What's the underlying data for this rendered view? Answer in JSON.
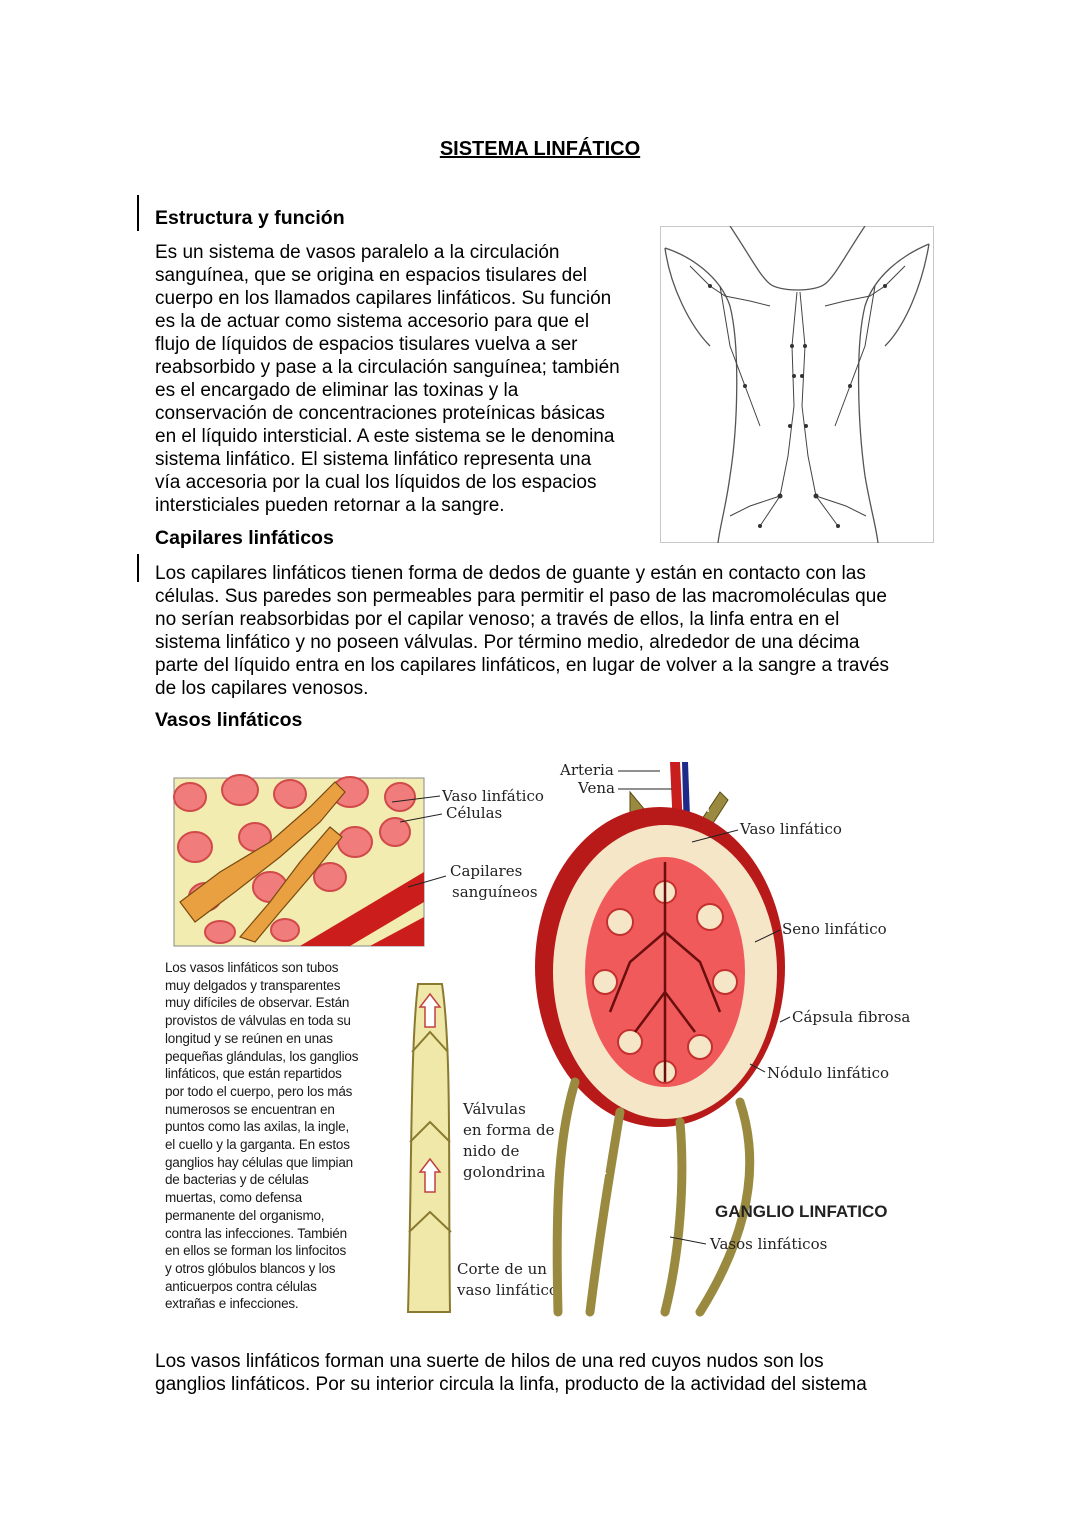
{
  "title": "SISTEMA LINFÁTICO",
  "section1": {
    "heading": "Estructura y función",
    "lines": [
      "Es un sistema de vasos paralelo a la circulación",
      "sanguínea, que se origina en espacios tisulares del",
      "cuerpo en los llamados capilares linfáticos. Su función",
      "es la de actuar como sistema accesorio para que el",
      "flujo de líquidos de espacios tisulares vuelva a ser",
      "reabsorbido y pase a la circulación sanguínea; también",
      "es el encargado de eliminar las toxinas y la",
      "conservación de concentraciones proteínicas básicas",
      "en el líquido intersticial. A este sistema se le denomina",
      "sistema linfático. El sistema linfático representa una",
      "vía accesoria por la cual los líquidos de los espacios",
      "intersticiales pueden retornar a la sangre."
    ]
  },
  "section2": {
    "heading": "Capilares linfáticos",
    "lines": [
      "Los capilares linfáticos tienen forma de dedos de guante y están en contacto con las",
      "células. Sus paredes son permeables para permitir el paso de las macromoléculas que",
      "no serían reabsorbidas por el capilar venoso; a través de ellos, la linfa entra en el",
      "sistema linfático y no poseen válvulas. Por término medio, alrededor de una décima",
      "parte del líquido entra en los capilares linfáticos, en lugar de volver a la sangre a través",
      "de los capilares venosos."
    ]
  },
  "section3": {
    "heading": "Vasos linfáticos",
    "lines": [
      "Los vasos linfáticos forman una suerte de hilos de una red cuyos nudos son los",
      "ganglios linfáticos. Por su interior circula la linfa, producto de la actividad del sistema"
    ]
  },
  "figure": {
    "labels": {
      "arteria": "Arteria",
      "vena": "Vena",
      "vaso_linfatico_1": "Vaso linfático",
      "celulas": "Células",
      "capilares": "Capilares",
      "sanguineos": "sanguíneos",
      "vaso_linfatico_2": "Vaso linfático",
      "seno": "Seno linfático",
      "capsula": "Cápsula fibrosa",
      "nodulo": "Nódulo linfático",
      "valvulas_1": "Válvulas",
      "valvulas_2": "en forma de",
      "valvulas_3": "nido de",
      "valvulas_4": "golondrina",
      "corte_1": "Corte de un",
      "corte_2": "vaso linfático",
      "ganglio": "GANGLIO LINFATICO",
      "vasos": "Vasos linfáticos"
    },
    "caption_lines": [
      "Los vasos linfáticos son tubos",
      "muy delgados y transparentes",
      "muy difíciles de observar. Están",
      "provistos de válvulas en toda su",
      "longitud y se reúnen en unas",
      "pequeñas glándulas, los ganglios",
      "linfáticos, que están repartidos",
      "por todo el cuerpo, pero los más",
      "numerosos se encuentran en",
      "puntos como las axilas, la ingle,",
      "el cuello y la garganta. En estos",
      "ganglios hay células que limpian",
      "de bacterias y de células",
      "muertas, como defensa",
      "permanente del organismo,",
      "contra las infecciones. También",
      "en ellos se forman los linfocitos",
      "y otros glóbulos blancos y los",
      "anticuerpos contra células",
      "extrañas e infecciones."
    ]
  }
}
